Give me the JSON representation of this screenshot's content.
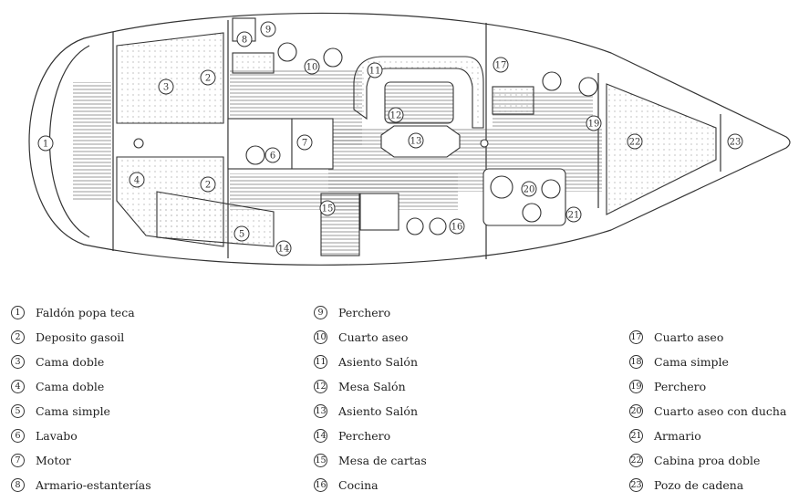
{
  "legend": [
    {
      "n": "1",
      "label": "Faldón popa teca"
    },
    {
      "n": "2",
      "label": "Deposito gasoil"
    },
    {
      "n": "3",
      "label": "Cama doble"
    },
    {
      "n": "4",
      "label": "Cama doble"
    },
    {
      "n": "5",
      "label": "Cama simple"
    },
    {
      "n": "6",
      "label": "Lavabo"
    },
    {
      "n": "7",
      "label": "Motor"
    },
    {
      "n": "8",
      "label": "Armario-estanterías"
    },
    {
      "n": "9",
      "label": "Perchero"
    },
    {
      "n": "10",
      "label": "Cuarto aseo"
    },
    {
      "n": "11",
      "label": "Asiento Salón"
    },
    {
      "n": "12",
      "label": "Mesa Salón"
    },
    {
      "n": "13",
      "label": "Asiento Salón"
    },
    {
      "n": "14",
      "label": "Perchero"
    },
    {
      "n": "15",
      "label": "Mesa de cartas"
    },
    {
      "n": "16",
      "label": "Cocina"
    },
    {
      "n": "17",
      "label": "Cuarto aseo"
    },
    {
      "n": "18",
      "label": "Cama simple"
    },
    {
      "n": "19",
      "label": "Perchero"
    },
    {
      "n": "20",
      "label": "Cuarto aseo con ducha"
    },
    {
      "n": "21",
      "label": "Armario"
    },
    {
      "n": "22",
      "label": "Cabina proa doble"
    },
    {
      "n": "23",
      "label": "Pozo de cadena"
    }
  ],
  "plan_labels": [
    "1",
    "2",
    "2",
    "3",
    "4",
    "5",
    "6",
    "7",
    "8",
    "9",
    "10",
    "11",
    "12",
    "13",
    "14",
    "15",
    "16",
    "17",
    "19",
    "20",
    "21",
    "22",
    "23"
  ]
}
